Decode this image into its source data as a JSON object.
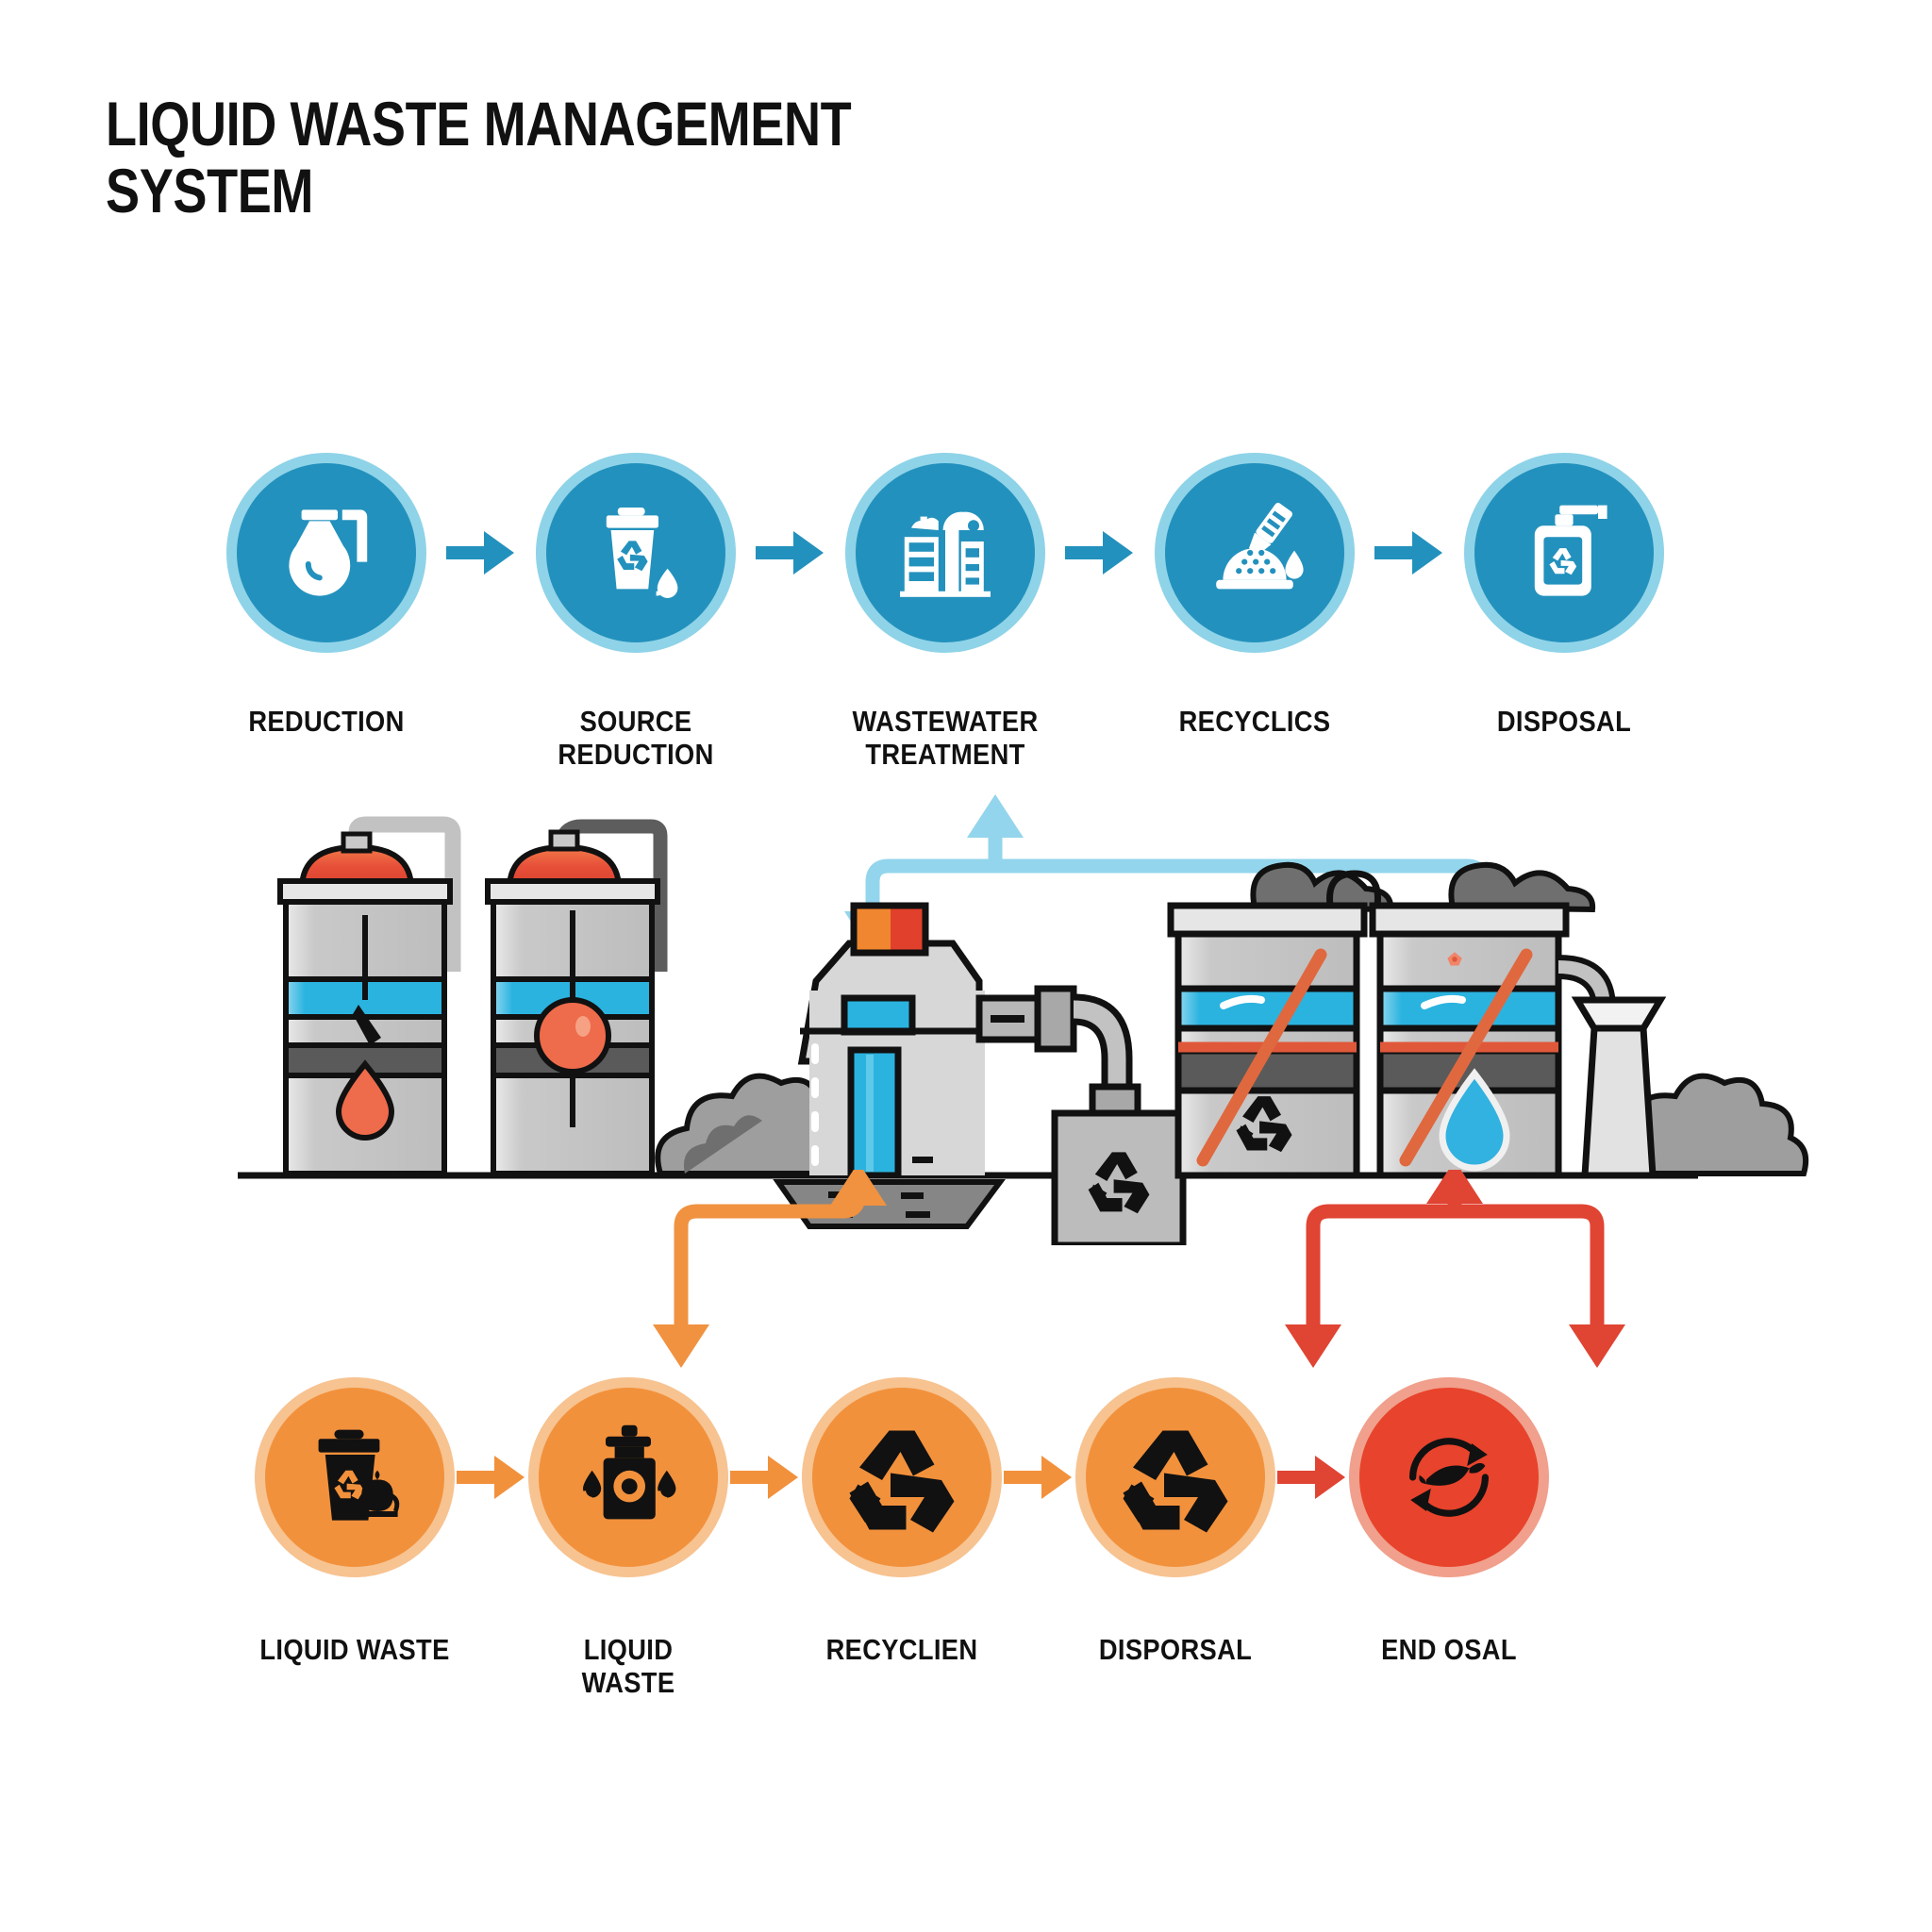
{
  "title": "LIQUID WASTE MANAGEMENT\nSYSTEM",
  "colors": {
    "blue": "#2391bd",
    "blue_ring": "#8fd3e8",
    "orange": "#f2913c",
    "orange_ring": "#f7c391",
    "red": "#e8432c",
    "red_ring": "#f0a08c",
    "arrow_blue": "#2391bd",
    "arrow_orange": "#f2913c",
    "connector_lightblue": "#93d5ec",
    "connector_orange": "#f09240",
    "connector_red": "#e04433",
    "cyan": "#2bb3e0",
    "gray_light": "#d4d4d4",
    "gray_mid": "#b3b3b3",
    "gray_dark": "#5a5a5a",
    "black": "#111111",
    "tank_red": "#e8503a"
  },
  "top_row": {
    "arrow_color": "#2391bd",
    "circle_color": "#2391bd",
    "ring_color": "#8fd3e8",
    "nodes": [
      {
        "label": "REDUCTION",
        "icon": "water-bottle-droplet-icon"
      },
      {
        "label": "SOURCE\nREDUCTION",
        "icon": "recycle-bin-droplet-icon"
      },
      {
        "label": "WASTEWATER\nTREATMENT",
        "icon": "treatment-plant-icon"
      },
      {
        "label": "RECYCLICS",
        "icon": "filter-funnel-droplet-icon"
      },
      {
        "label": "DISPOSAL",
        "icon": "jerrycan-recycle-icon"
      }
    ]
  },
  "bottom_row": {
    "arrow_colors": [
      "#f2913c",
      "#f2913c",
      "#f2913c",
      "#e04433"
    ],
    "nodes": [
      {
        "label": "LIQUID WASTE",
        "icon": "trash-bin-recycle-icon",
        "circle_color": "#f2913c",
        "ring_color": "#f7c391"
      },
      {
        "label": "LIQUID\nWASTE",
        "icon": "tap-drum-droplets-icon",
        "circle_color": "#f2913c",
        "ring_color": "#f7c391"
      },
      {
        "label": "RECYCLIEN",
        "icon": "recycle-arrows-icon",
        "circle_color": "#f2913c",
        "ring_color": "#f7c391"
      },
      {
        "label": "DISPORSAL",
        "icon": "recycle-arrows-icon",
        "circle_color": "#f2913c",
        "ring_color": "#f7c391"
      },
      {
        "label": "END OSAL",
        "icon": "fish-recycle-icon",
        "circle_color": "#e8432c",
        "ring_color": "#f0a08c"
      }
    ]
  },
  "scene": {
    "name": "industrial-liquid-waste-scene",
    "elements": [
      {
        "name": "storage-tank-droplet",
        "desc": "tank with red dome and falling droplet"
      },
      {
        "name": "storage-tank-gauge",
        "desc": "tank with red dome and round gauge"
      },
      {
        "name": "smoke-cloud-left",
        "desc": "gray smoke cloud"
      },
      {
        "name": "treatment-plant-building",
        "desc": "factory building with cyan window and pipe"
      },
      {
        "name": "recycle-container-box",
        "desc": "gray box with recycle symbol"
      },
      {
        "name": "disposal-tank-no-recycle",
        "desc": "tank with crossed-out recycle symbol"
      },
      {
        "name": "disposal-tank-no-water",
        "desc": "tank with crossed-out water droplet"
      },
      {
        "name": "cooling-tower",
        "desc": "cooling tower with smoke cloud"
      },
      {
        "name": "ground-line",
        "desc": "horizontal ground baseline"
      }
    ]
  },
  "connectors": {
    "top": {
      "color": "#93d5ec",
      "name": "wastewater-treatment-feedback-connector",
      "desc": "from plant and disposal tanks up to WASTEWATER TREATMENT"
    },
    "left_bottom": {
      "color": "#f09240",
      "name": "liquid-waste-to-plant-connector",
      "desc": "from LIQUID WASTE circle up to treatment plant"
    },
    "right_bottom": {
      "color": "#e04433",
      "name": "disposal-to-tanks-connector",
      "desc": "from DISPORSAL and END OSAL circles up to disposal tanks"
    }
  }
}
